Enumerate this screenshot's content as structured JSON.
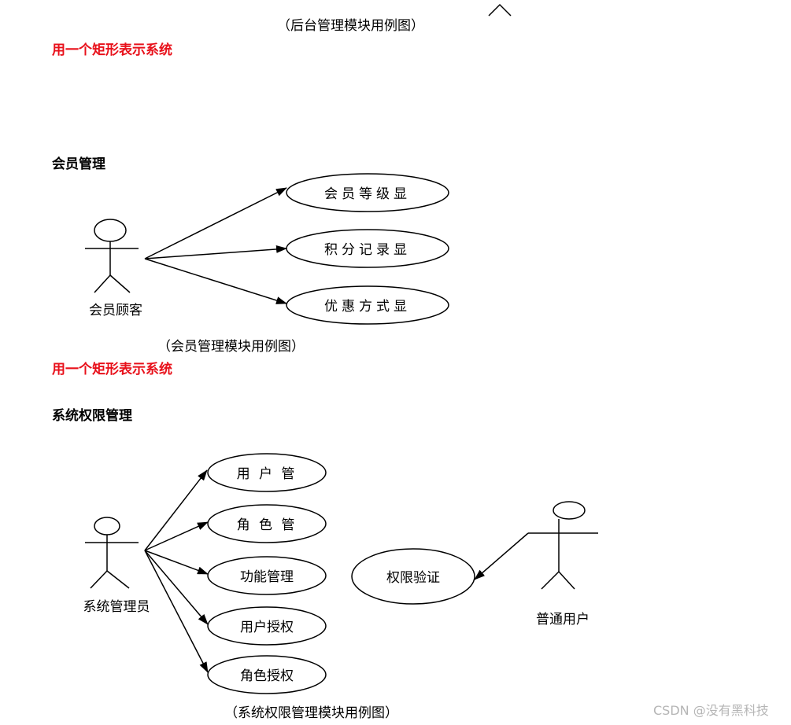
{
  "captions": {
    "backend": "（后台管理模块用例图）",
    "member": "（会员管理模块用例图）",
    "permission": "（系统权限管理模块用例图）"
  },
  "notes": {
    "rect_note_1": "用一个矩形表示系统",
    "rect_note_2": "用一个矩形表示系统"
  },
  "sections": {
    "member_title": "会员管理",
    "permission_title": "系统权限管理"
  },
  "member_diagram": {
    "actor": "会员顾客",
    "use_cases": [
      "会员等级显",
      "积分记录显",
      "优惠方式显"
    ]
  },
  "permission_diagram": {
    "admin_actor": "系统管理员",
    "admin_use_cases": [
      "用 户 管",
      "角 色 管",
      "功能管理",
      "用户授权",
      "角色授权"
    ],
    "user_actor": "普通用户",
    "user_use_case": "权限验证"
  },
  "watermark": "CSDN @没有黑科技"
}
